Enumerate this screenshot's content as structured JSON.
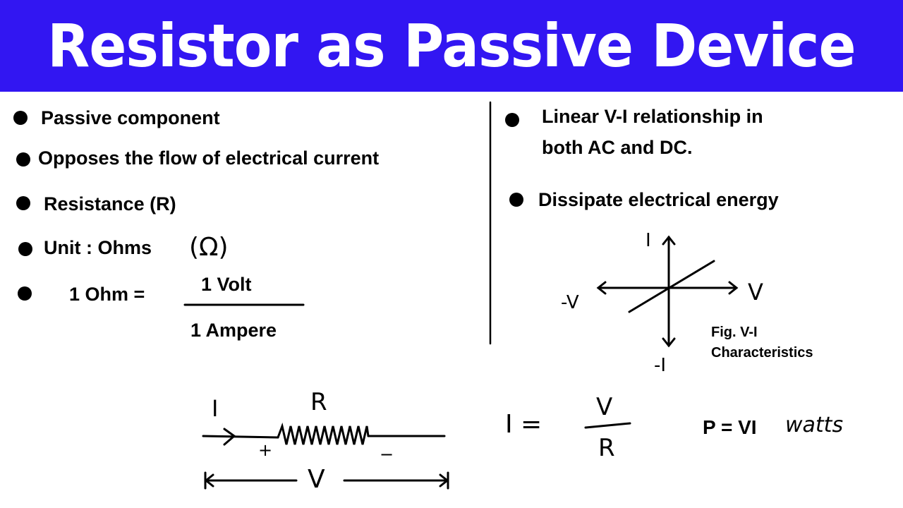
{
  "title": "Resistor as Passive Device",
  "left_bullets": [
    "Passive component",
    "Opposes the flow of electrical current",
    "Resistance (R)",
    "Unit : Ohms",
    "1 Ohm ="
  ],
  "ohm_symbol": "(Ω)",
  "fraction": {
    "numerator": "1 Volt",
    "denominator": "1 Ampere"
  },
  "right_bullets": [
    {
      "line1": "Linear V-I relationship in",
      "line2": "both AC and DC."
    },
    {
      "line1": "Dissipate electrical energy"
    }
  ],
  "graph": {
    "label_i": "I",
    "label_neg_i": "-I",
    "label_v": "V",
    "label_neg_v": "-V",
    "caption_line1": "Fig. V-I",
    "caption_line2": "Characteristics"
  },
  "circuit": {
    "current": "I",
    "resistor": "R",
    "plus": "+",
    "minus": "−",
    "voltage": "V"
  },
  "formulas": {
    "ohm_lhs": "I =",
    "ohm_num": "V",
    "ohm_den": "R",
    "power": "P = VI",
    "power_unit": "watts"
  },
  "colors": {
    "header": "#3216f2"
  }
}
